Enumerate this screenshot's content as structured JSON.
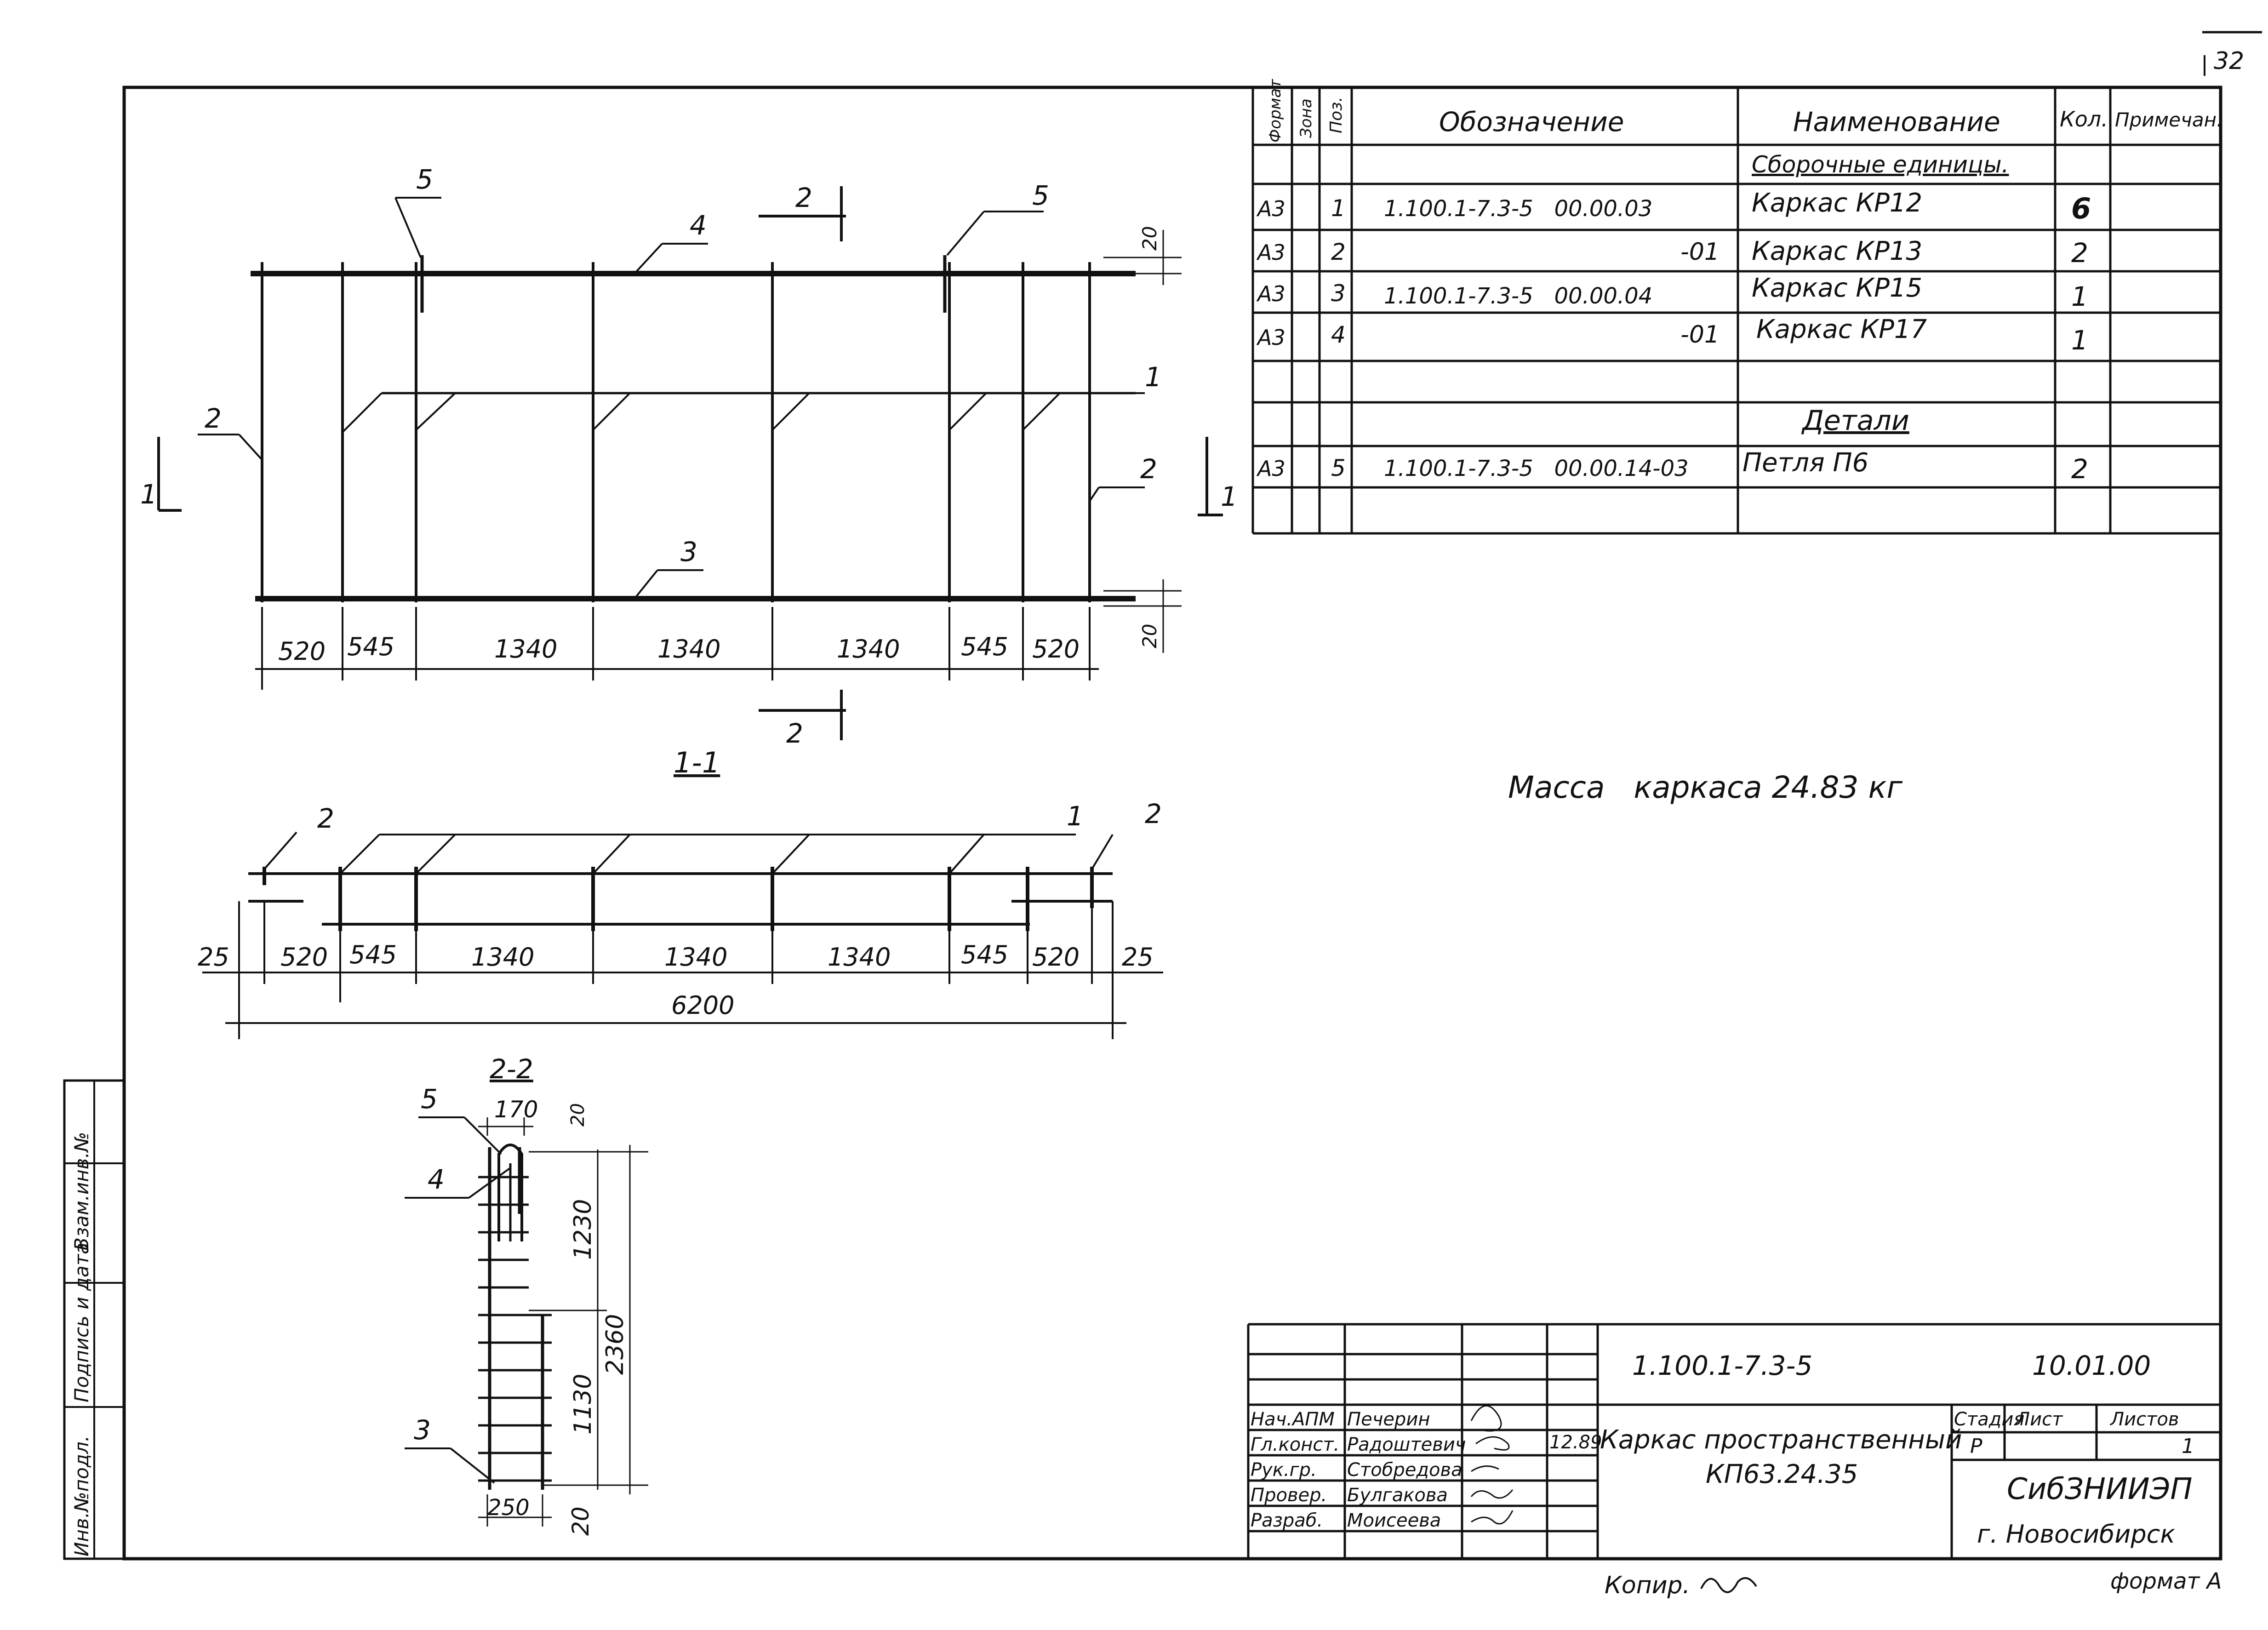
{
  "sheet": {
    "page_number": "32",
    "format_label": "формат А",
    "copy_label": "Копир."
  },
  "spec_table": {
    "headers": {
      "format": "Формат",
      "zone": "Зона",
      "pos": "Поз.",
      "designation": "Обозначение",
      "name": "Наименование",
      "qty": "Кол.",
      "note": "Примечан."
    },
    "section_assemblies": "Сборочные единицы.",
    "section_details": "Детали",
    "rows": [
      {
        "format": "А3",
        "pos": "1",
        "designation": "1.100.1-7.3-5   00.00.03",
        "name": "Каркас КР12",
        "qty": "6"
      },
      {
        "format": "А3",
        "pos": "2",
        "designation": "-01",
        "name": "Каркас КР13",
        "qty": "2"
      },
      {
        "format": "А3",
        "pos": "3",
        "designation": "1.100.1-7.3-5   00.00.04",
        "name": "Каркас КР15",
        "qty": "1"
      },
      {
        "format": "А3",
        "pos": "4",
        "designation": "-01",
        "name": "Каркас КР17",
        "qty": "1"
      }
    ],
    "detail_rows": [
      {
        "format": "А3",
        "pos": "5",
        "designation": "1.100.1-7.3-5   00.00.14-03",
        "name": "Петля П6",
        "qty": "2"
      }
    ]
  },
  "mass_note": "Масса   каркаса 24.83 кг",
  "plan_view": {
    "dims": [
      "520",
      "545",
      "1340",
      "1340",
      "1340",
      "545",
      "520"
    ],
    "edge_dim": "20",
    "section_mark_1": "1",
    "section_mark_2": "2",
    "callouts": [
      "1",
      "2",
      "3",
      "4",
      "5"
    ]
  },
  "section_1_1": {
    "title": "1-1",
    "dims": [
      "25",
      "520",
      "545",
      "1340",
      "1340",
      "1340",
      "545",
      "520",
      "25"
    ],
    "total": "6200"
  },
  "section_2_2": {
    "title": "2-2",
    "dims": {
      "top_width": "170",
      "top_offset": "20",
      "upper": "1230",
      "lower": "1130",
      "total": "2360",
      "bottom_width": "250",
      "bottom_offset": "20"
    },
    "callouts": [
      "5",
      "4",
      "3"
    ]
  },
  "title_block": {
    "doc_code": "1.100.1-7.3-5",
    "date": "10.01.00",
    "product_name_line1": "Каркас пространственный",
    "product_name_line2": "КП63.24.35",
    "stage_label": "Стадия",
    "sheet_label": "Лист",
    "sheets_label": "Листов",
    "stage": "Р",
    "sheets": "1",
    "org_line1": "СибЗНИИЭП",
    "org_line2": "г. Новосибирск",
    "sign_date": "12.89",
    "roles": [
      {
        "role": "Нач.АПМ",
        "name": "Печерин"
      },
      {
        "role": "Гл.конст.",
        "name": "Радоштевич"
      },
      {
        "role": "Рук.гр.",
        "name": "Стобредова"
      },
      {
        "role": "Провер.",
        "name": "Булгакова"
      },
      {
        "role": "Разраб.",
        "name": "Моисеева"
      }
    ]
  },
  "left_margin": {
    "inv_orig": "Инв.№подл.",
    "sign_date": "Подпись и дата",
    "inv_repl": "Взам.инв.№"
  }
}
